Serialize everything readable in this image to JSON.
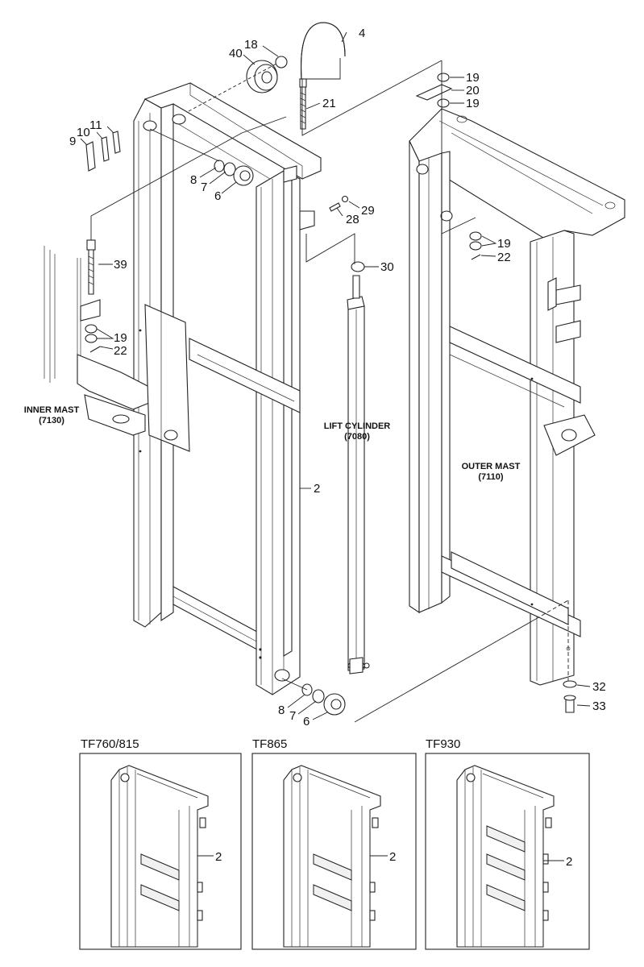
{
  "parts": {
    "p4": "4",
    "p18": "18",
    "p40": "40",
    "p21": "21",
    "p9": "9",
    "p10": "10",
    "p11": "11",
    "p8a": "8",
    "p7a": "7",
    "p6a": "6",
    "p29": "29",
    "p28": "28",
    "p30": "30",
    "p39": "39",
    "p19a": "19",
    "p22a": "22",
    "p2": "2",
    "p8b": "8",
    "p7b": "7",
    "p6b": "6",
    "p19b": "19",
    "p20": "20",
    "p19c": "19",
    "p19d": "19",
    "p22b": "22",
    "p32": "32",
    "p33": "33"
  },
  "assemblies": {
    "inner_mast": {
      "name": "INNER MAST",
      "code": "(7130)"
    },
    "lift_cylinder": {
      "name": "LIFT CYLINDER",
      "code": "(7080)"
    },
    "outer_mast": {
      "name": "OUTER MAST",
      "code": "(7110)"
    }
  },
  "variants": [
    {
      "model": "TF760/815",
      "part": "2"
    },
    {
      "model": "TF865",
      "part": "2"
    },
    {
      "model": "TF930",
      "part": "2"
    }
  ]
}
